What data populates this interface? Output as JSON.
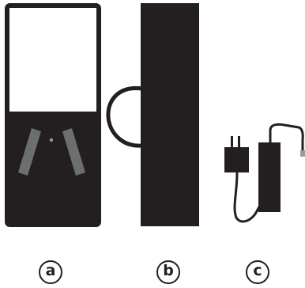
{
  "colors": {
    "ink": "#231f20",
    "fill_dark": "#231f20",
    "window": "#ffffff",
    "sensor_strip": "#6d6e70",
    "cable_tip": "#9a9a9a",
    "background": "#ffffff"
  },
  "parts": [
    {
      "id": "a",
      "icon": "light-fixture-icon",
      "label": "a"
    },
    {
      "id": "b",
      "icon": "mounting-plate-icon",
      "label": "b"
    },
    {
      "id": "c",
      "icon": "power-adapter-icon",
      "label": "c"
    }
  ]
}
